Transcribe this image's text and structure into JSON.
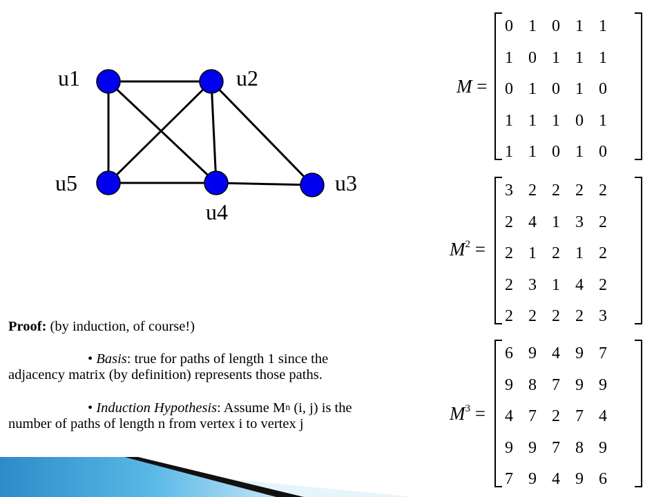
{
  "graph": {
    "nodes": [
      {
        "id": "u1",
        "label": "u1"
      },
      {
        "id": "u2",
        "label": "u2"
      },
      {
        "id": "u3",
        "label": "u3"
      },
      {
        "id": "u4",
        "label": "u4"
      },
      {
        "id": "u5",
        "label": "u5"
      }
    ],
    "edges": [
      [
        "u1",
        "u2"
      ],
      [
        "u1",
        "u5"
      ],
      [
        "u1",
        "u4"
      ],
      [
        "u2",
        "u5"
      ],
      [
        "u2",
        "u4"
      ],
      [
        "u2",
        "u3"
      ],
      [
        "u5",
        "u4"
      ],
      [
        "u4",
        "u3"
      ]
    ],
    "node_color": "#0000ee",
    "edge_color": "#000000"
  },
  "matrices": [
    {
      "name": "M",
      "power": "",
      "equals": "=",
      "rows": [
        [
          "0",
          "1",
          "0",
          "1",
          "1"
        ],
        [
          "1",
          "0",
          "1",
          "1",
          "1"
        ],
        [
          "0",
          "1",
          "0",
          "1",
          "0"
        ],
        [
          "1",
          "1",
          "1",
          "0",
          "1"
        ],
        [
          "1",
          "1",
          "0",
          "1",
          "0"
        ]
      ]
    },
    {
      "name": "M",
      "power": "2",
      "equals": "=",
      "rows": [
        [
          "3",
          "2",
          "2",
          "2",
          "2"
        ],
        [
          "2",
          "4",
          "1",
          "3",
          "2"
        ],
        [
          "2",
          "1",
          "2",
          "1",
          "2"
        ],
        [
          "2",
          "3",
          "1",
          "4",
          "2"
        ],
        [
          "2",
          "2",
          "2",
          "2",
          "3"
        ]
      ]
    },
    {
      "name": "M",
      "power": "3",
      "equals": "=",
      "rows": [
        [
          "6",
          "9",
          "4",
          "9",
          "7"
        ],
        [
          "9",
          "8",
          "7",
          "9",
          "9"
        ],
        [
          "4",
          "7",
          "2",
          "7",
          "4"
        ],
        [
          "9",
          "9",
          "7",
          "8",
          "9"
        ],
        [
          "7",
          "9",
          "4",
          "9",
          "6"
        ]
      ]
    }
  ],
  "proof": {
    "heading": "Proof:",
    "heading_rest": " (by induction, of course!)",
    "basis_label": "Basis",
    "basis_line1": ": true for paths of length 1 since the",
    "basis_line2": "adjacency matrix (by definition) represents those paths.",
    "ih_label": "Induction Hypothesis",
    "ih_line1_a": ": Assume M",
    "ih_sup": "n",
    "ih_line1_b": " (i, j) is the",
    "ih_line2": "number of paths of length n from vertex i to vertex j",
    "bullet": "•"
  },
  "colors": {
    "node_fill": "#0000ee",
    "footer_blue": "#3a9fd8",
    "footer_light": "#d6eef9"
  }
}
